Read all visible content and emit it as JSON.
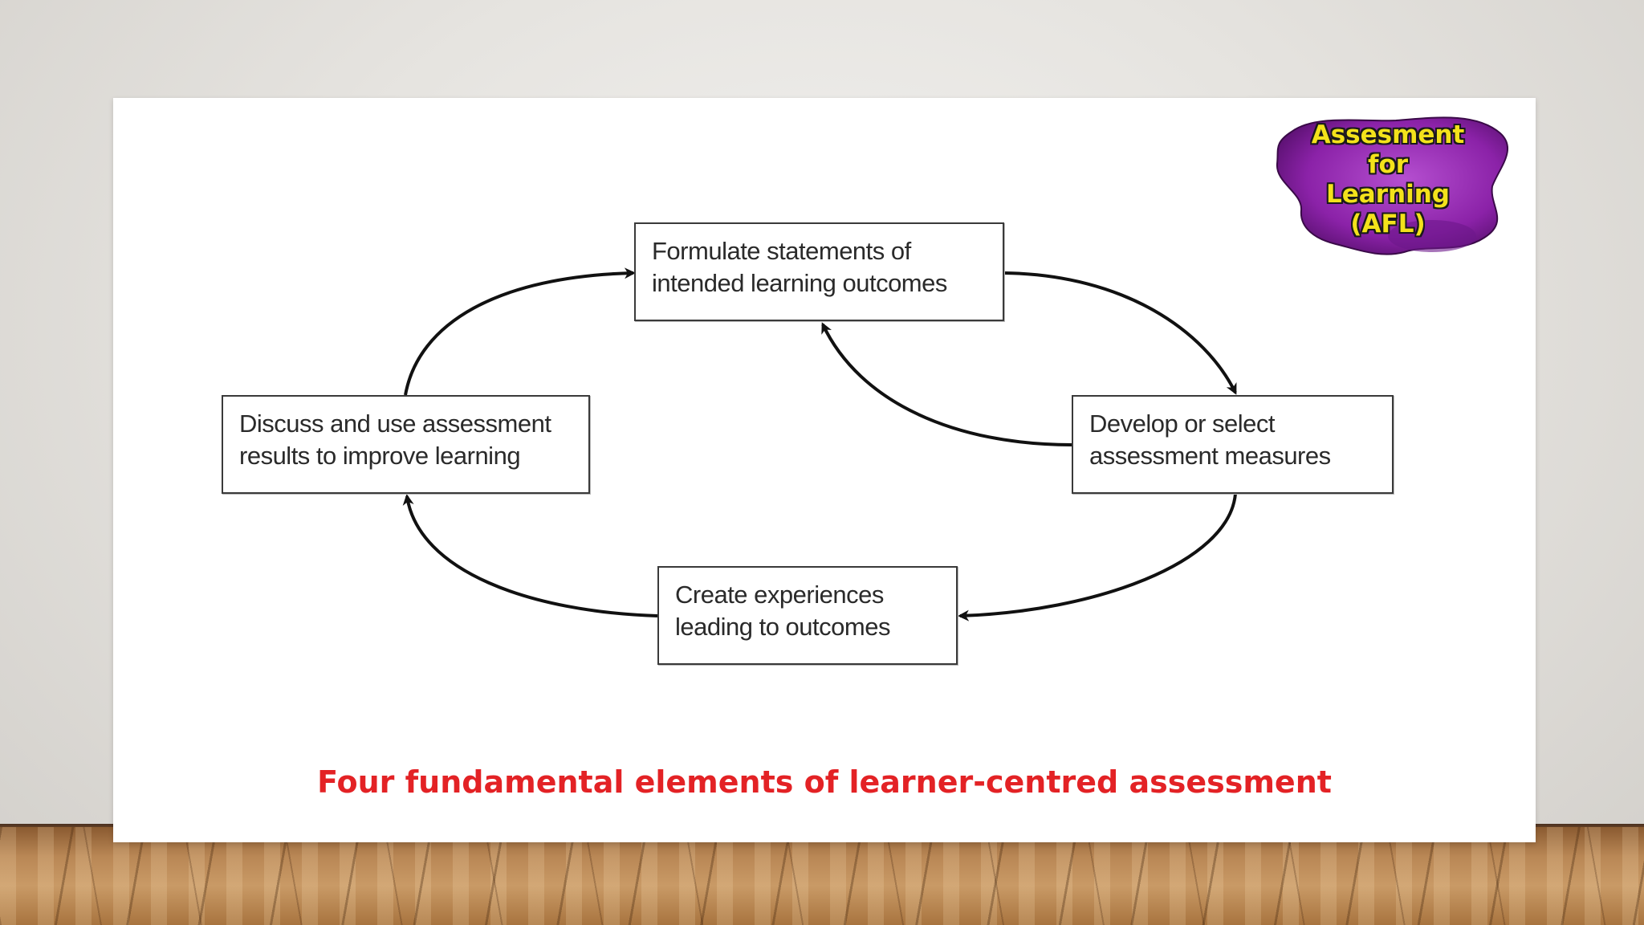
{
  "nodes": {
    "formulate": {
      "line1": "Formulate statements of",
      "line2": "intended learning outcomes"
    },
    "develop": {
      "line1": "Develop or select",
      "line2": "assessment measures"
    },
    "create": {
      "line1": "Create experiences",
      "line2": "leading to outcomes"
    },
    "discuss": {
      "line1": "Discuss and use assessment",
      "line2": "results to improve learning"
    }
  },
  "caption": "Four fundamental elements of learner-centred assessment",
  "badge": {
    "line1": "Assesment",
    "line2": "for",
    "line3": "Learning",
    "line4": "(AFL)",
    "blob_color": "#8b22a8",
    "text_color": "#f3e21b"
  },
  "colors": {
    "caption": "#e32225",
    "arrows": "#111111"
  }
}
